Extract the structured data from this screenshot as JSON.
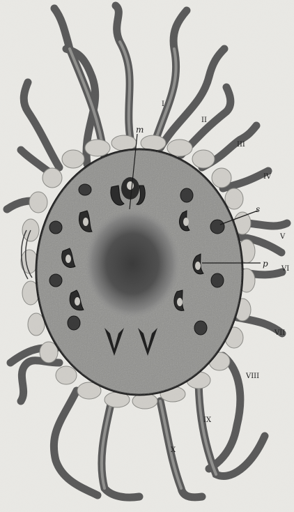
{
  "figure": {
    "labels": {
      "m": "m",
      "s": "s",
      "p": "p",
      "I": "I",
      "II": "II",
      "III": "III",
      "IV": "IV",
      "V": "V",
      "VI": "VI",
      "VII": "VII",
      "VIII": "VIII",
      "IX": "IX",
      "X": "X"
    }
  }
}
